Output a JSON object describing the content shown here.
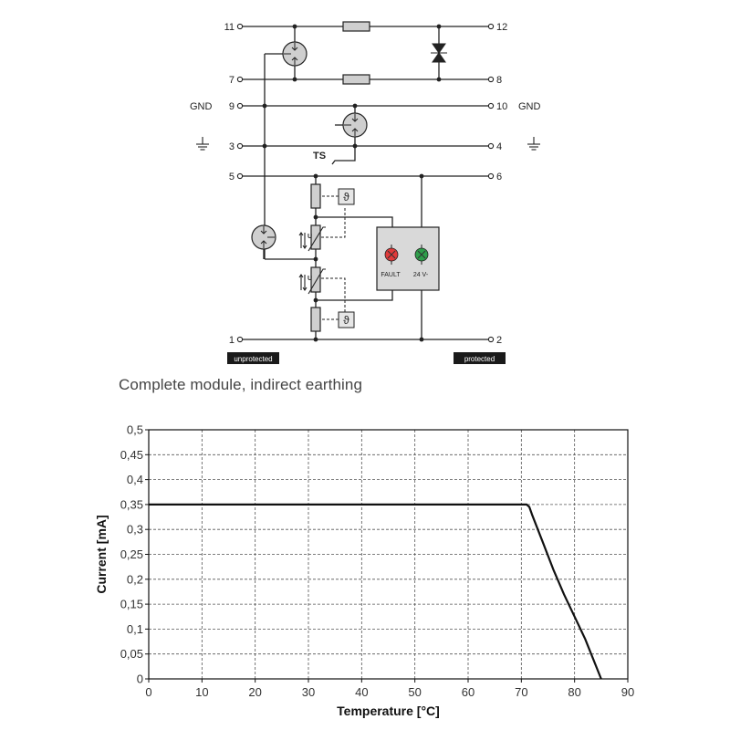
{
  "schematic": {
    "terminals": {
      "t11": "11",
      "t12": "12",
      "t7": "7",
      "t8": "8",
      "t9": "9",
      "t10": "10",
      "t3": "3",
      "t4": "4",
      "t5": "5",
      "t6": "6",
      "t1": "1",
      "t2": "2"
    },
    "gnd_left": "GND",
    "gnd_right": "GND",
    "ts_label": "TS",
    "theta_symbol": "ϑ",
    "u_symbol": "U",
    "fault_label": "FAULT",
    "voltage_label": "24 V-",
    "unprotected_label": "unprotected",
    "protected_label": "protected",
    "colors": {
      "fault_led": "#e03a3a",
      "ok_led": "#2e9e4a",
      "module_fill": "#d9d9d9"
    }
  },
  "caption": "Complete module, indirect earthing",
  "chart_data": {
    "type": "line",
    "xlabel": "Temperature [°C]",
    "ylabel": "Current [mA]",
    "xlim": [
      0,
      90
    ],
    "ylim": [
      0,
      0.5
    ],
    "x_ticks": [
      "0",
      "10",
      "20",
      "30",
      "40",
      "50",
      "60",
      "70",
      "80",
      "90"
    ],
    "y_ticks": [
      "0",
      "0,05",
      "0,1",
      "0,15",
      "0,2",
      "0,25",
      "0,3",
      "0,35",
      "0,4",
      "0,45",
      "0,5"
    ],
    "grid": true,
    "series": [
      {
        "x": [
          0,
          71,
          71.5,
          72,
          74,
          76,
          78,
          80,
          82,
          85
        ],
        "y": [
          0.35,
          0.35,
          0.345,
          0.33,
          0.275,
          0.22,
          0.17,
          0.125,
          0.08,
          0
        ]
      }
    ]
  }
}
